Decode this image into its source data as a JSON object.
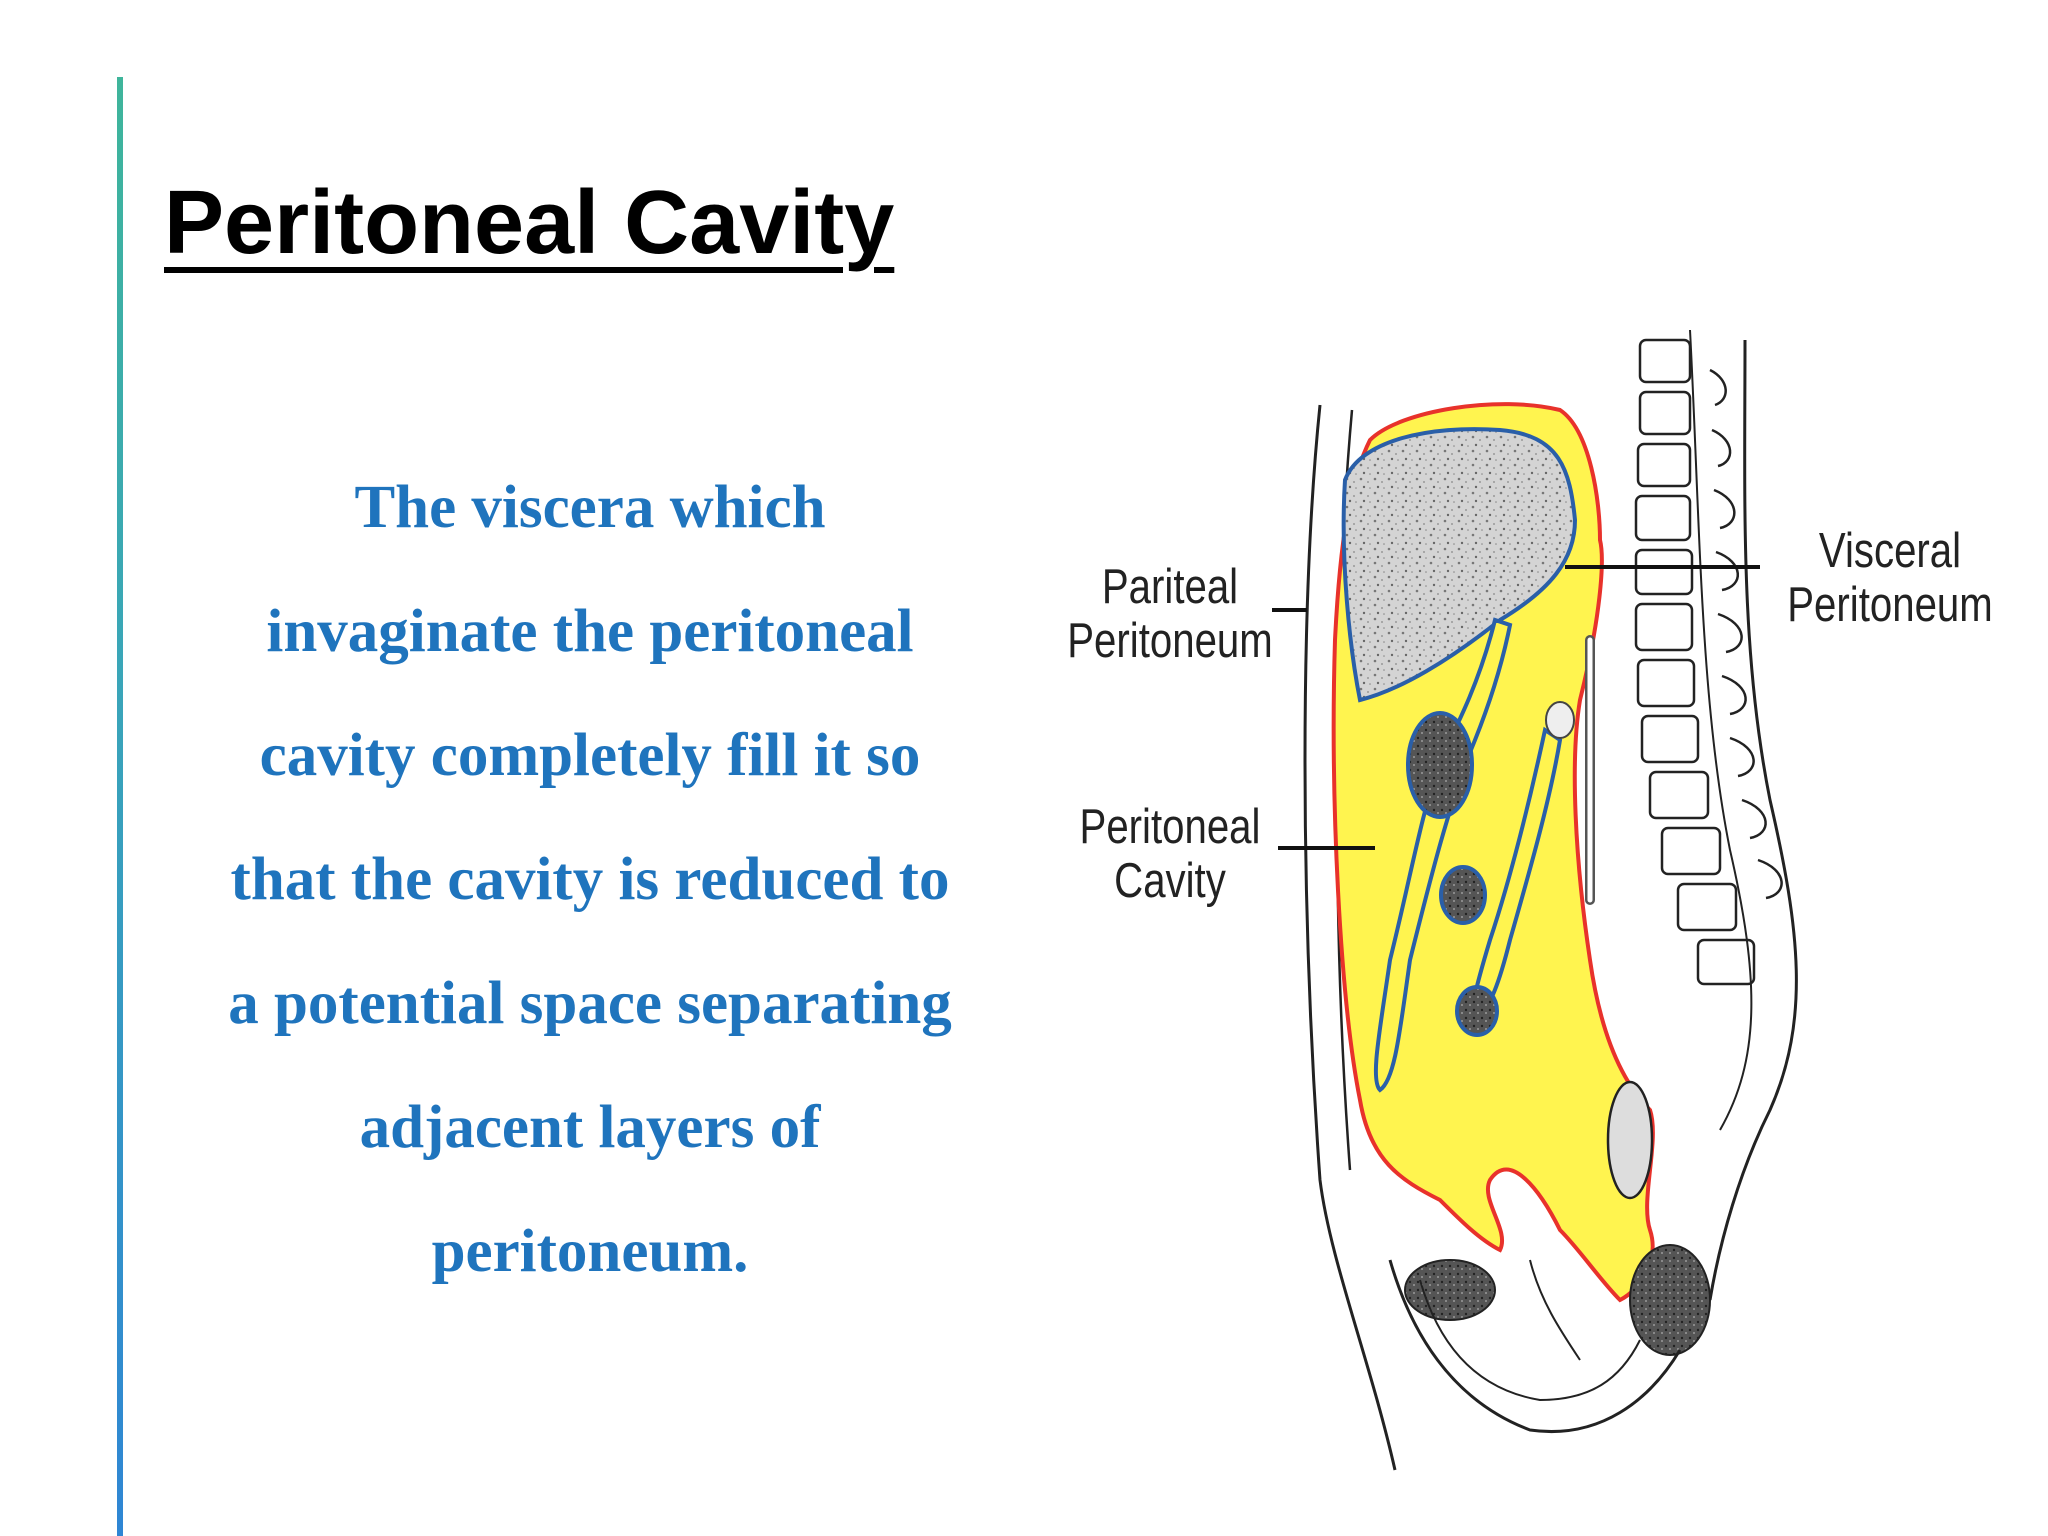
{
  "slide": {
    "title": "Peritoneal Cavity",
    "body_lines": [
      "The viscera which",
      "invaginate the peritoneal",
      "cavity completely fill it so",
      "that the cavity is reduced to",
      "a potential space separating",
      "adjacent layers of",
      "peritoneum."
    ],
    "colors": {
      "body_text": "#1f74bd",
      "title": "#000000",
      "cavity_fill": "#fff44f",
      "parietal_line": "#e8322b",
      "visceral_line": "#2a5fa8"
    }
  },
  "diagram": {
    "labels": {
      "parietal": [
        "Pariteal",
        "Peritoneum"
      ],
      "visceral": [
        "Visceral",
        "Peritoneum"
      ],
      "cavity": [
        "Peritoneal",
        "Cavity"
      ]
    }
  }
}
